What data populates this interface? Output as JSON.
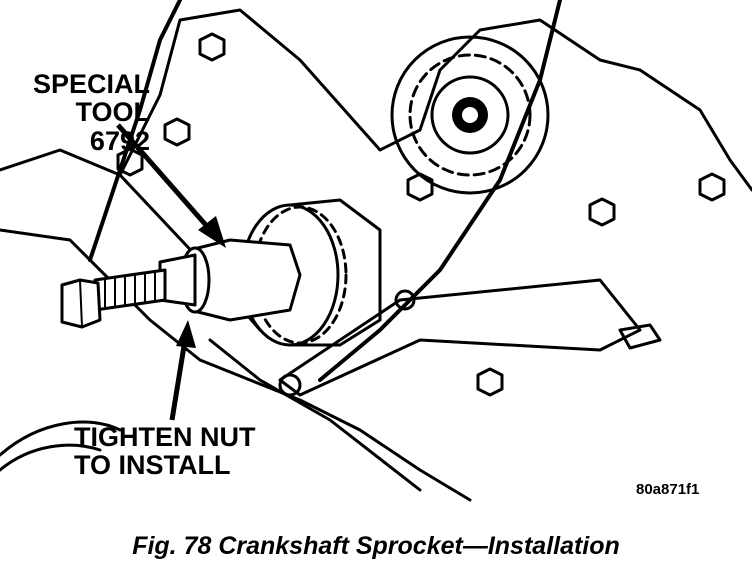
{
  "labels": {
    "special_tool": [
      "SPECIAL",
      "TOOL",
      "6792"
    ],
    "tighten_nut": [
      "TIGHTEN NUT",
      "TO INSTALL"
    ],
    "drawing_code": "80a871f1"
  },
  "caption": "Fig. 78 Crankshaft Sprocket—Installation",
  "colors": {
    "ink": "#000000",
    "paper": "#ffffff"
  }
}
